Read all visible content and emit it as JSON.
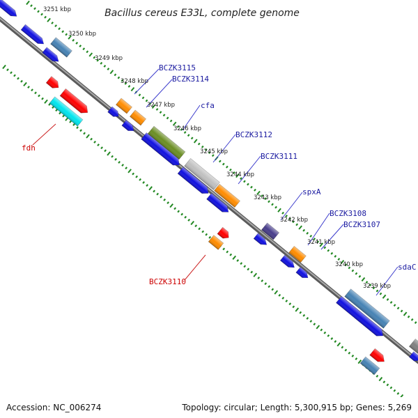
{
  "title": "Bacillus cereus E33L, complete genome",
  "footer": {
    "accession": "Accession: NC_006274",
    "topology": "Topology: circular; Length: 5,300,915 bp; Genes: 5,269"
  },
  "colors": {
    "backbone": "#8a8a8a",
    "tick": "#228822",
    "forward_label": "#1a1aa0",
    "reverse_label": "#cc0000",
    "leader_forward": "#3a3acc",
    "leader_reverse": "#cc2222"
  },
  "kbp_ticks": [
    "3251 kbp",
    "3250 kbp",
    "3249 kbp",
    "3248 kbp",
    "3247 kbp",
    "3246 kbp",
    "3245 kbp",
    "3244 kbp",
    "3243 kbp",
    "3242 kbp",
    "3241 kbp",
    "3240 kbp",
    "3239 kbp"
  ],
  "gene_labels": [
    {
      "text": "BCZK3115",
      "strand": "forward"
    },
    {
      "text": "BCZK3114",
      "strand": "forward"
    },
    {
      "text": "cfa",
      "strand": "forward"
    },
    {
      "text": "BCZK3112",
      "strand": "forward"
    },
    {
      "text": "BCZK3111",
      "strand": "forward"
    },
    {
      "text": "spxA",
      "strand": "forward"
    },
    {
      "text": "BCZK3108",
      "strand": "forward"
    },
    {
      "text": "BCZK3107",
      "strand": "forward"
    },
    {
      "text": "sdaC",
      "strand": "forward"
    },
    {
      "text": "fdh",
      "strand": "reverse"
    },
    {
      "text": "BCZK3110",
      "strand": "reverse"
    }
  ],
  "features": [
    {
      "name": "gene-feature-1",
      "color": "#1010e0"
    },
    {
      "name": "gene-feature-2",
      "color": "#1010e0"
    },
    {
      "name": "gene-feature-3",
      "color": "#1010e0"
    },
    {
      "name": "gene-feature-4",
      "color": "#4682b4"
    },
    {
      "name": "gene-feature-5",
      "color": "#ff0000"
    },
    {
      "name": "gene-feature-6",
      "color": "#ff0000"
    },
    {
      "name": "gene-feature-7",
      "color": "#00e5ee"
    },
    {
      "name": "gene-feature-8",
      "color": "#ff8c00"
    },
    {
      "name": "gene-feature-9",
      "color": "#1010e0"
    },
    {
      "name": "gene-feature-10",
      "color": "#ff8c00"
    },
    {
      "name": "gene-feature-11",
      "color": "#1010e0"
    },
    {
      "name": "gene-feature-12",
      "color": "#6b8e23"
    },
    {
      "name": "gene-feature-13",
      "color": "#1010e0"
    },
    {
      "name": "gene-feature-14",
      "color": "#c0c0c0"
    },
    {
      "name": "gene-feature-15",
      "color": "#1010e0"
    },
    {
      "name": "gene-feature-16",
      "color": "#ff8c00"
    },
    {
      "name": "gene-feature-17",
      "color": "#1010e0"
    },
    {
      "name": "gene-feature-18",
      "color": "#ff0000"
    },
    {
      "name": "gene-feature-19",
      "color": "#ff8c00"
    },
    {
      "name": "gene-feature-20",
      "color": "#483d8b"
    },
    {
      "name": "gene-feature-21",
      "color": "#1010e0"
    },
    {
      "name": "gene-feature-22",
      "color": "#ff8c00"
    },
    {
      "name": "gene-feature-23",
      "color": "#1010e0"
    },
    {
      "name": "gene-feature-24",
      "color": "#1010e0"
    },
    {
      "name": "gene-feature-25",
      "color": "#4682b4"
    },
    {
      "name": "gene-feature-26",
      "color": "#1010e0"
    },
    {
      "name": "gene-feature-27",
      "color": "#ff0000"
    },
    {
      "name": "gene-feature-28",
      "color": "#4682b4"
    },
    {
      "name": "gene-feature-29",
      "color": "#808080"
    },
    {
      "name": "gene-feature-30",
      "color": "#1010e0"
    }
  ]
}
